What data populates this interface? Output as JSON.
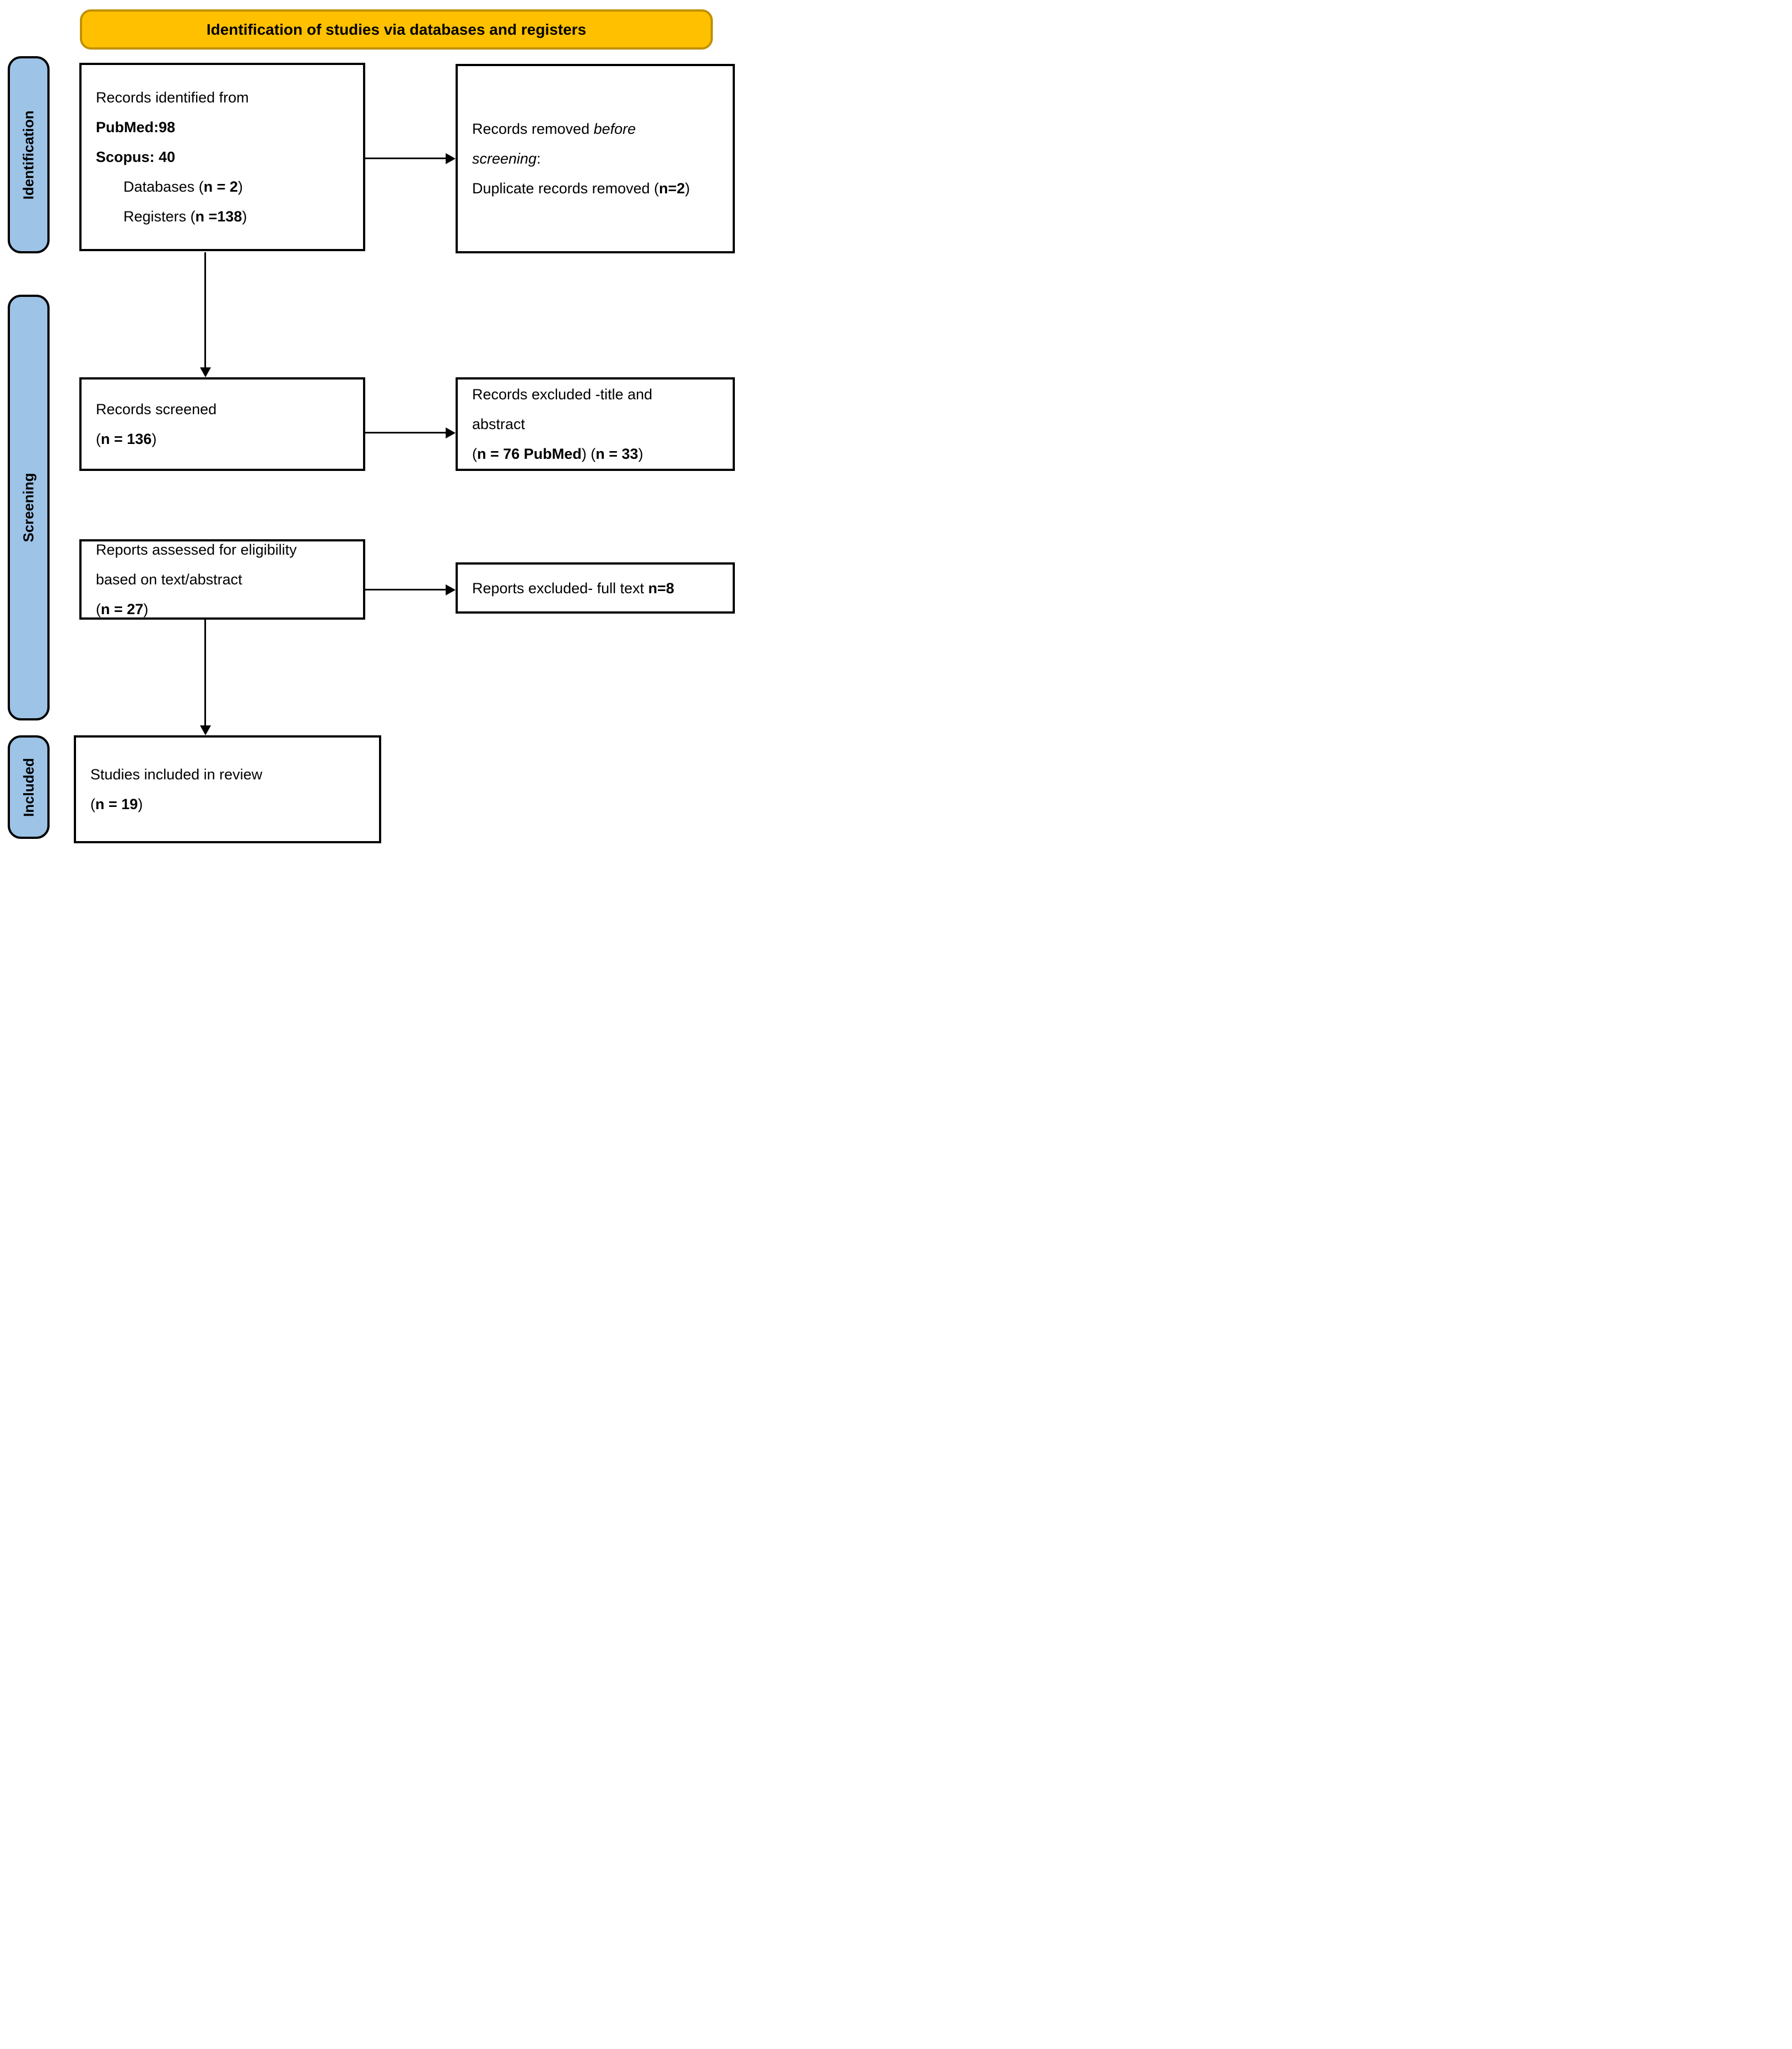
{
  "banner": {
    "label": "Identification of studies via databases and registers"
  },
  "colors": {
    "banner_fill": "#FFC000",
    "banner_border": "#BF9000",
    "stage_fill": "#9DC3E6",
    "box_border": "#000000",
    "page_bg": "#FFFFFF"
  },
  "stages": [
    {
      "label": "Identification"
    },
    {
      "label": "Screening"
    },
    {
      "label": "Included"
    }
  ],
  "boxes": {
    "records_identified": {
      "lines": [
        {
          "segs": [
            {
              "t": "Records identified from"
            }
          ]
        },
        {
          "segs": [
            {
              "t": "PubMed:98",
              "b": true
            }
          ]
        },
        {
          "segs": [
            {
              "t": "Scopus: 40",
              "b": true
            }
          ]
        },
        {
          "indent": true,
          "segs": [
            {
              "t": "Databases ("
            },
            {
              "t": "n = 2",
              "b": true
            },
            {
              "t": ")"
            }
          ]
        },
        {
          "indent": true,
          "segs": [
            {
              "t": "Registers ("
            },
            {
              "t": "n =138",
              "b": true
            },
            {
              "t": ")"
            }
          ]
        }
      ]
    },
    "records_removed": {
      "lines": [
        {
          "segs": [
            {
              "t": "Records removed "
            },
            {
              "t": "before",
              "i": true
            }
          ]
        },
        {
          "segs": [
            {
              "t": "screening",
              "i": true
            },
            {
              "t": ":"
            }
          ]
        },
        {
          "segs": [
            {
              "t": "Duplicate records removed ("
            },
            {
              "t": "n=2",
              "b": true
            },
            {
              "t": ")"
            }
          ]
        }
      ]
    },
    "records_screened": {
      "lines": [
        {
          "segs": [
            {
              "t": "Records screened"
            }
          ]
        },
        {
          "segs": [
            {
              "t": "("
            },
            {
              "t": "n = 136",
              "b": true
            },
            {
              "t": ")"
            }
          ]
        }
      ]
    },
    "records_excluded": {
      "lines": [
        {
          "segs": [
            {
              "t": "Records excluded -title and"
            }
          ]
        },
        {
          "segs": [
            {
              "t": "abstract"
            }
          ]
        },
        {
          "segs": [
            {
              "t": "("
            },
            {
              "t": "n = 76 PubMed",
              "b": true
            },
            {
              "t": ") ("
            },
            {
              "t": "n = 33",
              "b": true
            },
            {
              "t": ")"
            }
          ]
        }
      ]
    },
    "reports_assessed": {
      "lines": [
        {
          "segs": [
            {
              "t": "Reports assessed for eligibility"
            }
          ]
        },
        {
          "segs": [
            {
              "t": "based on text/abstract"
            }
          ]
        },
        {
          "segs": [
            {
              "t": "("
            },
            {
              "t": "n = 27",
              "b": true
            },
            {
              "t": ")"
            }
          ]
        }
      ]
    },
    "reports_excluded": {
      "lines": [
        {
          "segs": [
            {
              "t": "Reports excluded- full text "
            },
            {
              "t": "n=8",
              "b": true
            }
          ]
        }
      ]
    },
    "studies_included": {
      "lines": [
        {
          "segs": [
            {
              "t": "Studies included in review"
            }
          ]
        },
        {
          "segs": [
            {
              "t": "("
            },
            {
              "t": "n = 19",
              "b": true
            },
            {
              "t": ")"
            }
          ]
        }
      ]
    }
  }
}
